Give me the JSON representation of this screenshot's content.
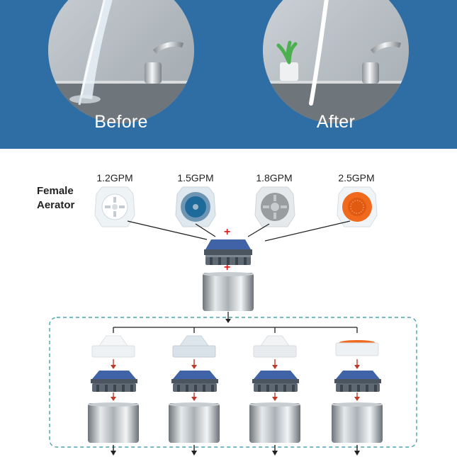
{
  "banner": {
    "before_label": "Before",
    "after_label": "After",
    "background_color": "#2f6ea5"
  },
  "diagram": {
    "female_label_line1": "Female",
    "female_label_line2": "Aerator",
    "plus_sign": "+",
    "aerators": [
      {
        "flow": "1.2GPM",
        "color": "#e8ecef"
      },
      {
        "flow": "1.5GPM",
        "color": "#1e6a9a"
      },
      {
        "flow": "1.8GPM",
        "color": "#8a8d90"
      },
      {
        "flow": "2.5GPM",
        "color": "#f06a1e"
      }
    ]
  }
}
